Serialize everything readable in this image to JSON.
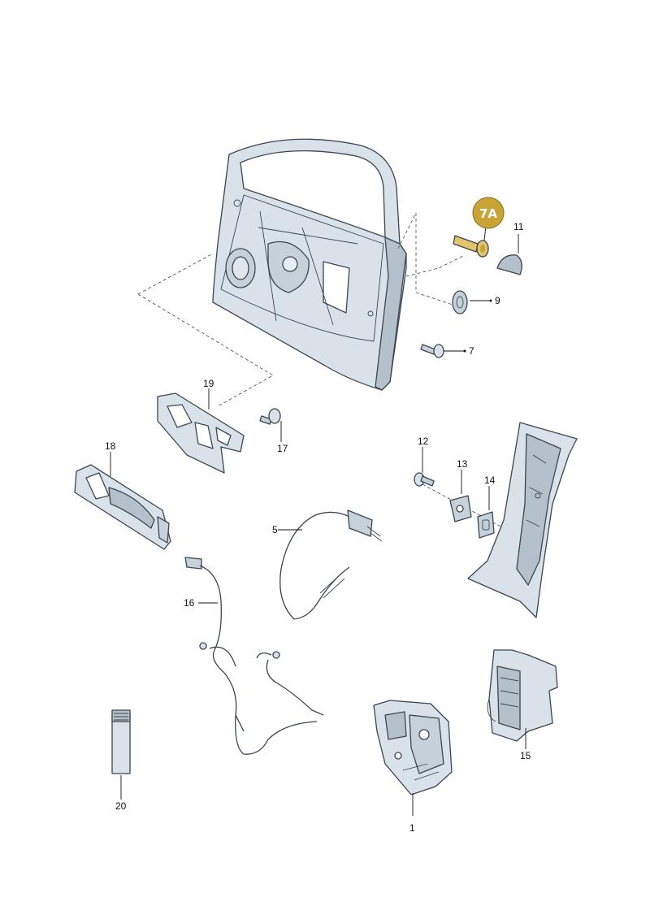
{
  "callouts": {
    "c1": "1",
    "c5": "5",
    "c7": "7",
    "c7a": "7A",
    "c9": "9",
    "c11": "11",
    "c12": "12",
    "c13": "13",
    "c14": "14",
    "c15": "15",
    "c16": "16",
    "c17": "17",
    "c18": "18",
    "c19": "19",
    "c20": "20"
  },
  "colors": {
    "part_fill": "#d9e2e9",
    "part_shade": "#b4c0ca",
    "highlight": "#c8a437",
    "highlight_part": "#e2c46a",
    "line": "#3c4650"
  }
}
